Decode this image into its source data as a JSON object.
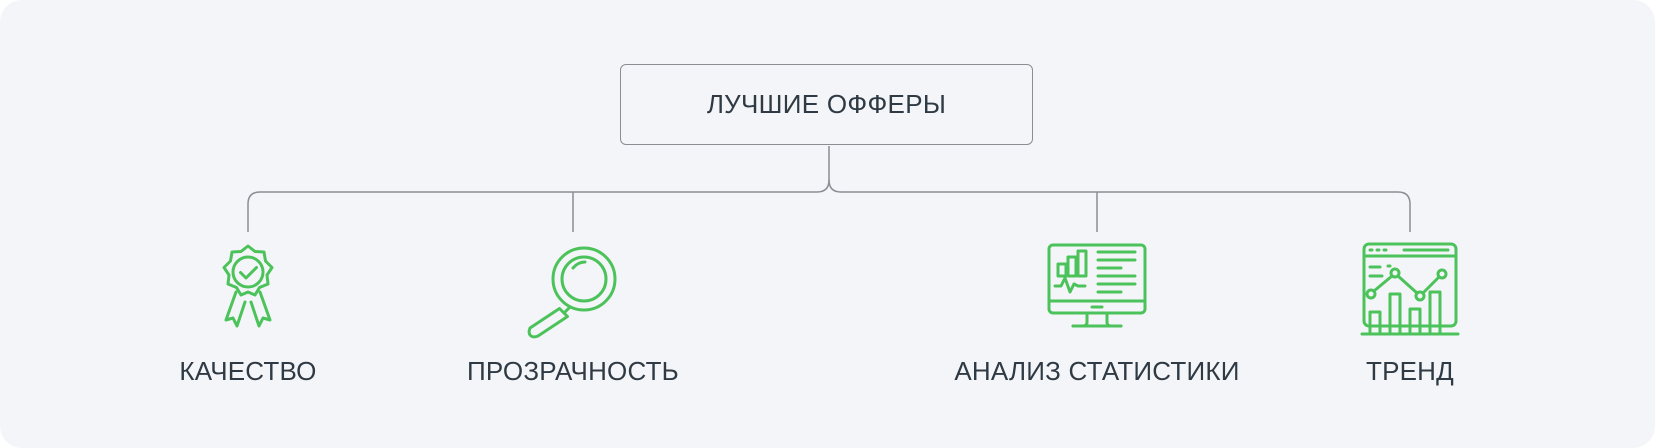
{
  "diagram": {
    "root": {
      "label": "ЛУЧШИЕ ОФФЕРЫ"
    },
    "children": [
      {
        "label": "КАЧЕСТВО",
        "icon": "award-badge-icon"
      },
      {
        "label": "ПРОЗРАЧНОСТЬ",
        "icon": "magnifier-icon"
      },
      {
        "label": "АНАЛИЗ СТАТИСТИКИ",
        "icon": "monitor-stats-icon"
      },
      {
        "label": "ТРЕНД",
        "icon": "trend-chart-icon"
      }
    ]
  },
  "colors": {
    "background": "#f4f5f8",
    "connector": "#8a8d93",
    "icon": "#4cc35a",
    "text": "#2f3a44"
  }
}
